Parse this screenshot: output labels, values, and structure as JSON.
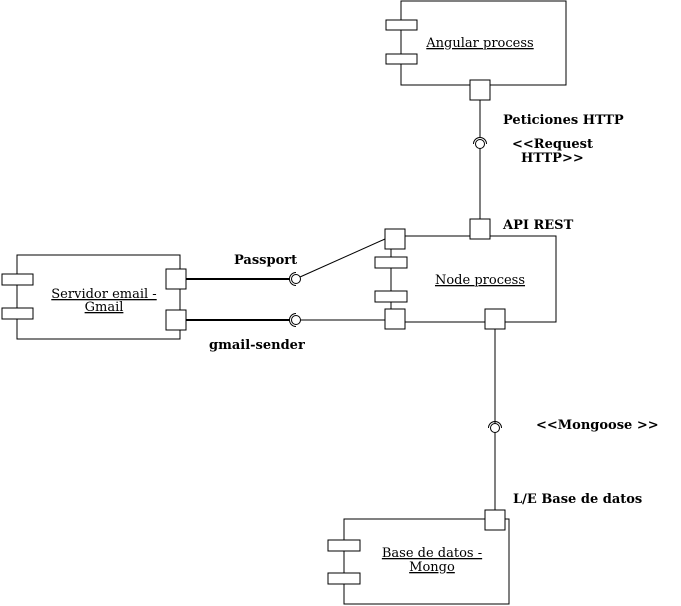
{
  "components": {
    "angular": "Angular process",
    "node": "Node process",
    "email_line1": "Servidor email -",
    "email_line2": "Gmail",
    "db_line1": "Base de datos -",
    "db_line2": "Mongo"
  },
  "labels": {
    "peticiones": "Peticiones HTTP",
    "request_line1": "<<Request",
    "request_line2": "HTTP>>",
    "api_rest": "API REST",
    "passport": "Passport",
    "gmail_sender": "gmail-sender",
    "mongoose": "<<Mongoose >>",
    "le_base": "L/E Base de datos"
  }
}
